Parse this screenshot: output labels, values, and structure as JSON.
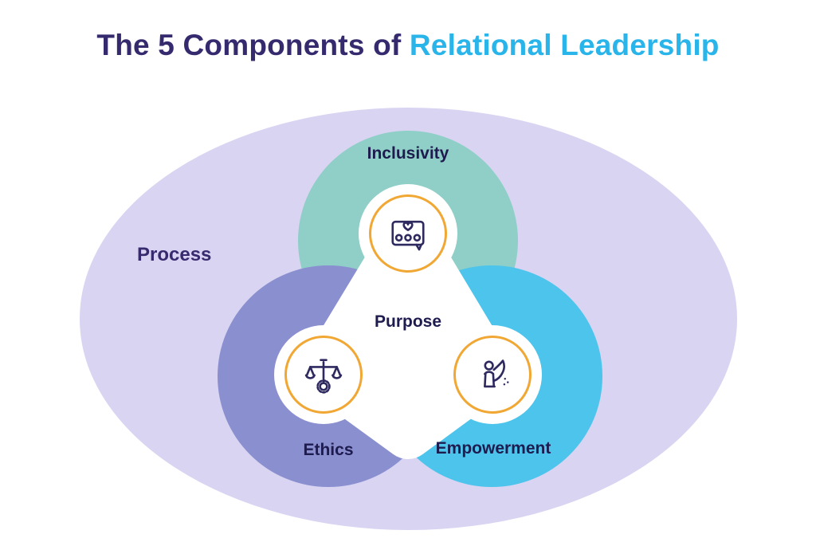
{
  "title": {
    "prefix": "The 5 Components of",
    "highlight": "Relational Leadership"
  },
  "diagram": {
    "process_label": "Process",
    "purpose_label": "Purpose",
    "components": [
      {
        "label": "Inclusivity",
        "icon": "people-group-icon",
        "color": "#8fcfc7"
      },
      {
        "label": "Ethics",
        "icon": "balance-scale-icon",
        "color": "#8a8fd0"
      },
      {
        "label": "Empowerment",
        "icon": "superhero-cape-icon",
        "color": "#4dc4ec"
      }
    ],
    "colors": {
      "outer_ellipse": "#d9d4f2",
      "icon_ring": "#f1a733",
      "icon_line": "#2e2a60",
      "title_dark": "#352a6e",
      "title_accent": "#29b4ea",
      "label_navy": "#1e1b4e"
    }
  }
}
